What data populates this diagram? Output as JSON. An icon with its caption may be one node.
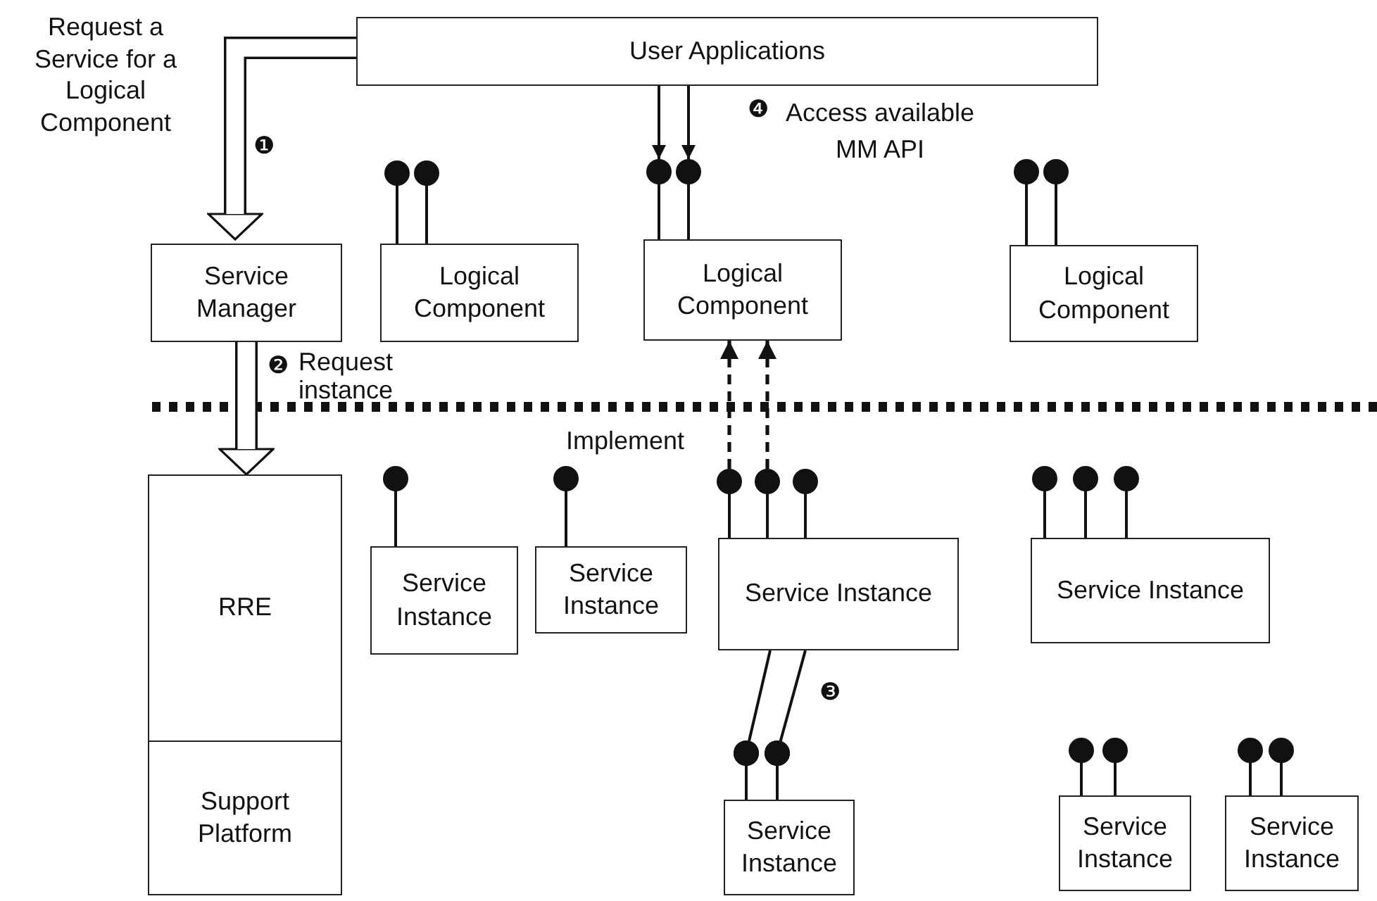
{
  "diagram": {
    "nodes": [
      {
        "text": [
          "User Applications"
        ]
      },
      {
        "text": [
          "Service Manager"
        ]
      },
      {
        "text": [
          "Logical Component"
        ]
      },
      {
        "text": [
          "Logical Component"
        ]
      },
      {
        "text": [
          "Logical Component"
        ]
      },
      {
        "text": [
          "RRE"
        ]
      },
      {
        "text": [
          "Support Platform"
        ]
      },
      {
        "text": [
          "Service Instance"
        ]
      },
      {
        "text": [
          "Service Instance"
        ]
      },
      {
        "text": [
          "Service Instance"
        ]
      },
      {
        "text": [
          "Service Instance"
        ]
      },
      {
        "text": [
          "Service Instance"
        ]
      },
      {
        "text": [
          "Service Instance"
        ]
      },
      {
        "text": [
          "Service Instance"
        ]
      }
    ],
    "edges": [
      {
        "from": 0,
        "to": 1,
        "arrow": "to",
        "style": "thick"
      },
      {
        "from": 1,
        "to": 5,
        "arrow": "to",
        "style": "thick"
      },
      {
        "from": 0,
        "to": 3,
        "arrow": "to"
      },
      {
        "from": 0,
        "to": 3,
        "arrow": "to"
      },
      {
        "from": 9,
        "to": 3,
        "arrow": "to",
        "style": "dashed"
      },
      {
        "from": 9,
        "to": 3,
        "arrow": "to",
        "style": "dashed"
      },
      {
        "from": 9,
        "to": 11,
        "arrow": "other"
      },
      {
        "from": 9,
        "to": 11,
        "arrow": "other"
      }
    ],
    "labels": [
      "Request a Service for a Logical Component",
      "❶",
      "❷",
      "Request instance",
      "Implement",
      "❹",
      "Access available MM API",
      "❸"
    ]
  }
}
